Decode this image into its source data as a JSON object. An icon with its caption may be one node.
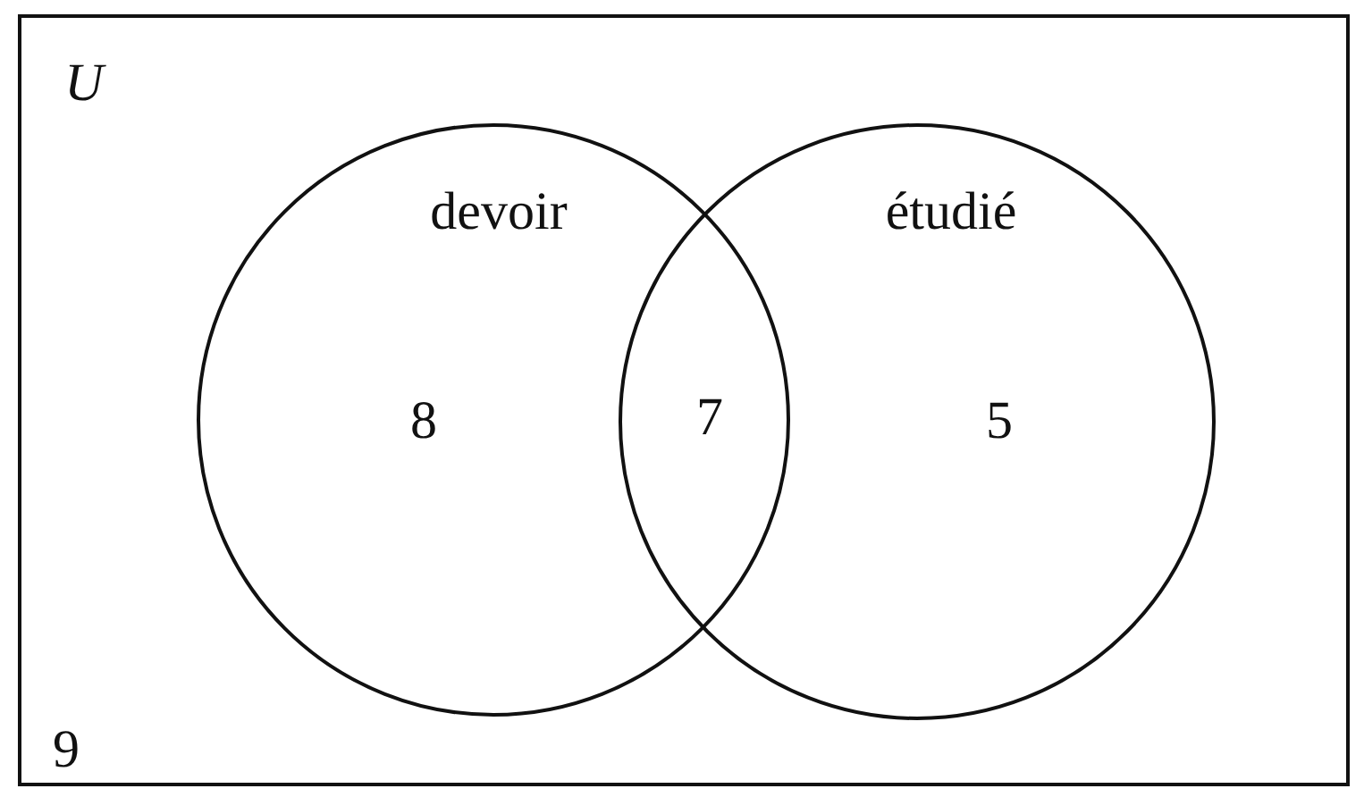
{
  "diagram": {
    "nodes": [
      {
        "text": [
          "U",
          "9"
        ]
      },
      {
        "text": [
          "devoir",
          "8"
        ],
        "in": 0
      },
      {
        "text": [
          "étudié",
          "5"
        ],
        "in": 0
      }
    ],
    "labels": [
      "7"
    ]
  }
}
